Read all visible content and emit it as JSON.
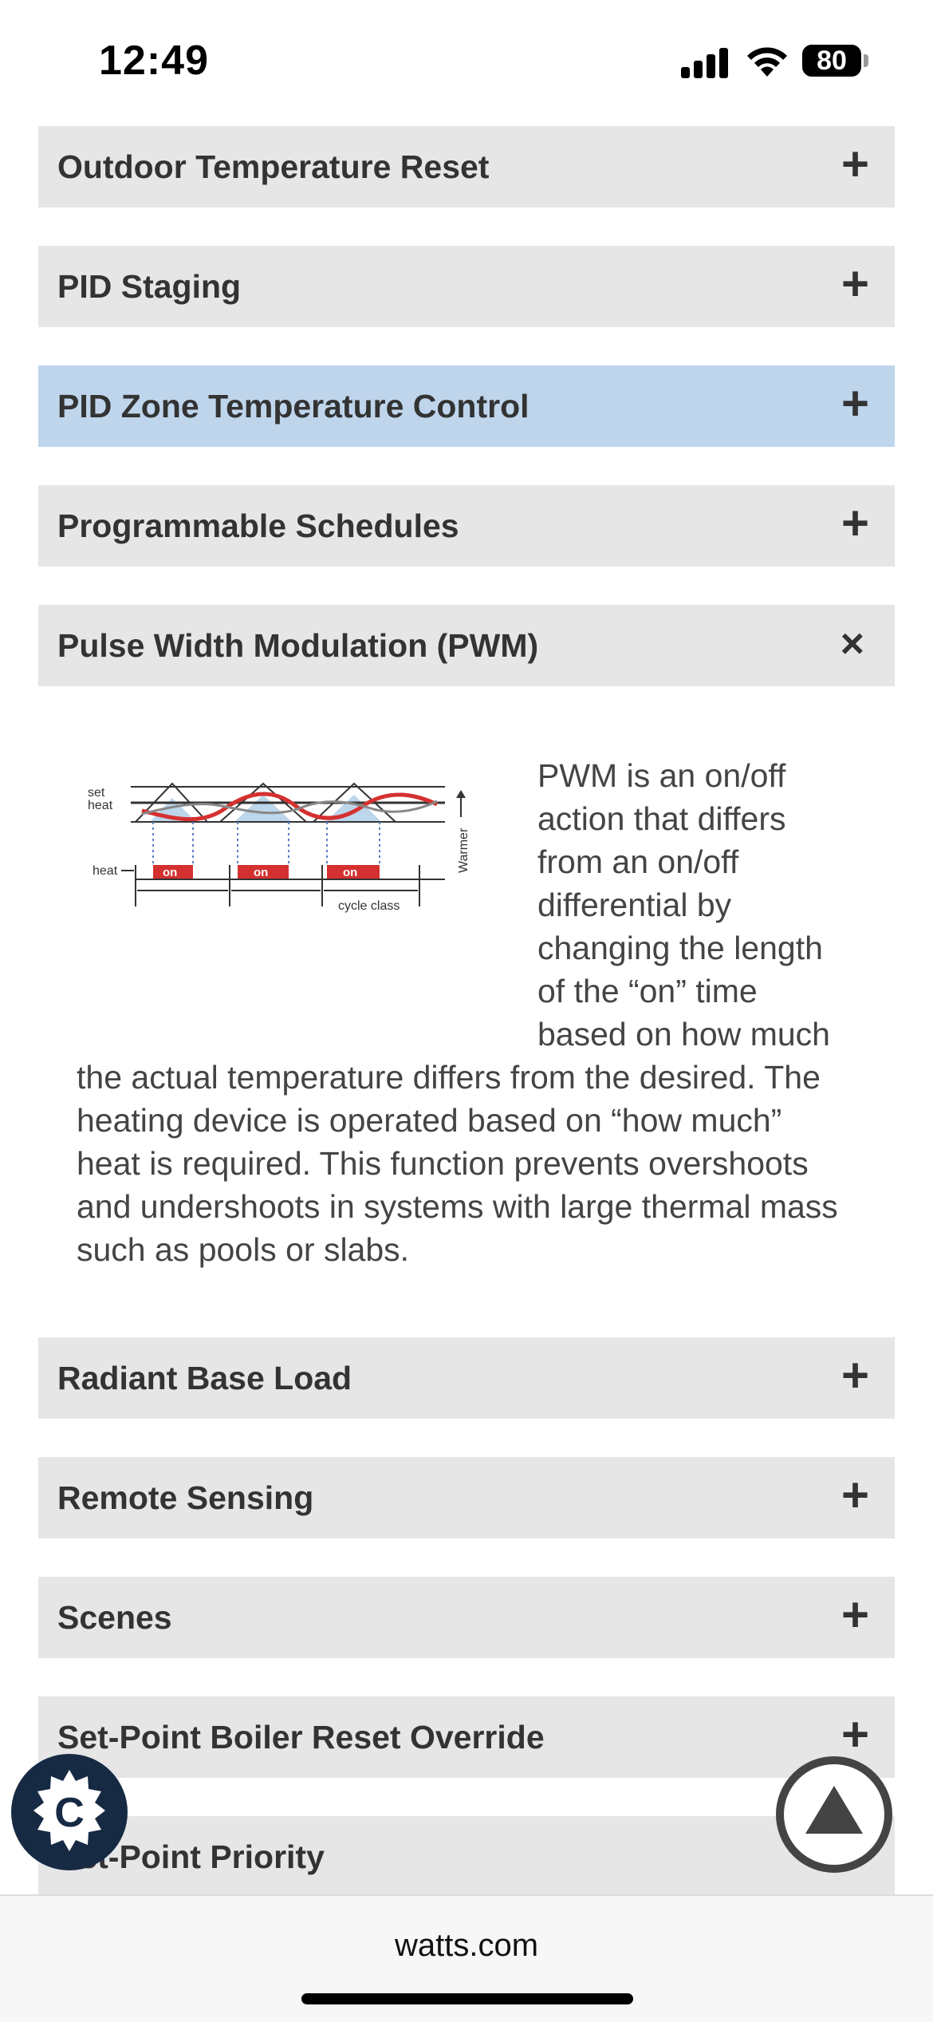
{
  "status": {
    "time": "12:49",
    "battery": "80"
  },
  "accordion": {
    "items": [
      {
        "label": "Outdoor Temperature Reset",
        "icon": "+"
      },
      {
        "label": "PID Staging",
        "icon": "+"
      },
      {
        "label": "PID Zone Temperature Control",
        "icon": "+"
      },
      {
        "label": "Programmable Schedules",
        "icon": "+"
      },
      {
        "label": "Pulse Width Modulation (PWM)",
        "icon": "×"
      },
      {
        "label": "Radiant Base Load",
        "icon": "+"
      },
      {
        "label": "Remote Sensing",
        "icon": "+"
      },
      {
        "label": "Scenes",
        "icon": "+"
      },
      {
        "label": "Set-Point Boiler Reset Override",
        "icon": "+"
      },
      {
        "label": "Set-Point Priority",
        "icon": "+"
      }
    ],
    "active_color": "#bed5ec",
    "default_color": "#e6e6e6"
  },
  "pwm": {
    "description": "PWM is an on/off action that differs from an on/off differential by changing the length of the “on” time based on how much the actual temperature differs from the desired. The heating device is operated based on “how much” heat is required. This function prevents overshoots and undershoots in systems with large thermal mass such as pools or slabs.",
    "diagram": {
      "set_label": "set",
      "heat_label": "heat",
      "heat_row_label": "heat",
      "on_label": "on",
      "cycle_label": "cycle class",
      "warmer_label": "Warmer"
    }
  },
  "buttons": {
    "cookie_letter": "C"
  },
  "browser": {
    "url": "watts.com"
  }
}
